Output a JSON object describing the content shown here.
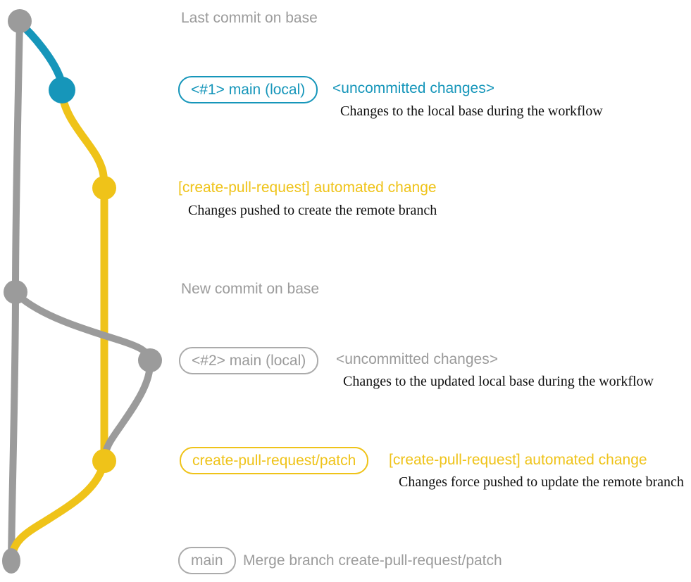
{
  "colors": {
    "base_gray": "#9B9B9B",
    "teal": "#1696BA",
    "gold": "#EFC319",
    "note_ink": "#101010"
  },
  "annotations": {
    "last_commit_label": "Last commit on base",
    "group1": {
      "badge": "<#1> main (local)",
      "status": "<uncommitted changes>",
      "description": "Changes to the local base during the workflow"
    },
    "push1": {
      "heading": "[create-pull-request] automated change",
      "description": "Changes pushed to create the remote branch"
    },
    "new_commit_label": "New commit on base",
    "group2": {
      "badge": "<#2> main (local)",
      "status": "<uncommitted changes>",
      "description": "Changes to the updated local base during the workflow"
    },
    "push2": {
      "badge": "create-pull-request/patch",
      "heading": "[create-pull-request] automated change",
      "description": "Changes force pushed to update the remote branch"
    },
    "merge": {
      "badge": "main",
      "label": "Merge branch create-pull-request/patch"
    }
  }
}
